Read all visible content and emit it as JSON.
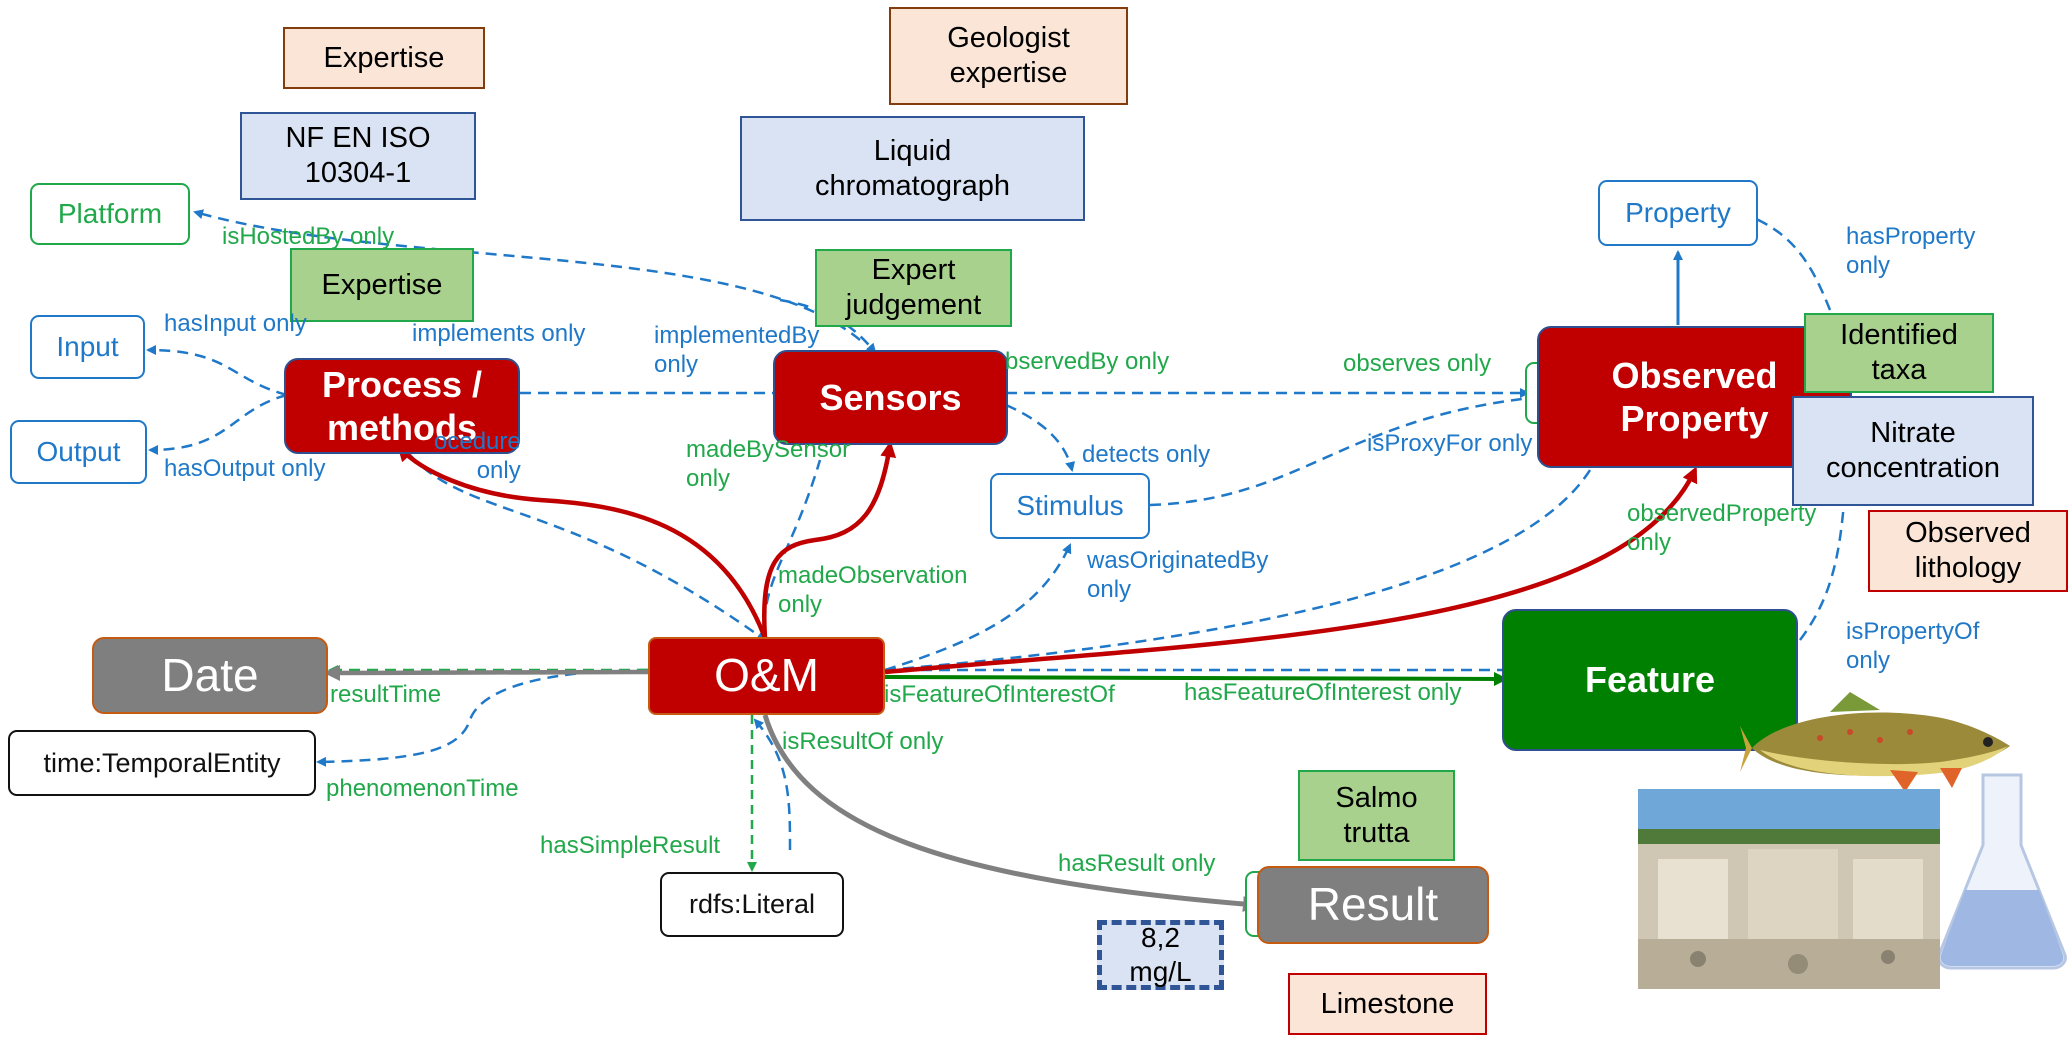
{
  "nodes": {
    "platform": "Platform",
    "input": "Input",
    "output": "Output",
    "process": "Process /\nmethods",
    "sensors": "Sensors",
    "stimulus": "Stimulus",
    "observed_property": "Observed\nProperty",
    "property": "Property",
    "feature": "Feature",
    "om": "O&M",
    "date": "Date",
    "temporal_entity": "time:TemporalEntity",
    "literal": "rdfs:Literal",
    "result": "Result"
  },
  "examples": {
    "expertise_top": "Expertise",
    "iso": "NF EN ISO\n10304-1",
    "expertise_green": "Expertise",
    "geologist": "Geologist\nexpertise",
    "chromatograph": "Liquid\nchromatograph",
    "expert_judgement": "Expert\njudgement",
    "identified_taxa": "Identified\ntaxa",
    "nitrate": "Nitrate\nconcentration",
    "observed_lithology": "Observed\nlithology",
    "salmo": "Salmo\ntrutta",
    "value": "8,2\nmg/L",
    "limestone": "Limestone"
  },
  "edge_labels": {
    "isHostedBy": "isHostedBy only",
    "hasInput": "hasInput only",
    "implements": "implements only",
    "implementedBy": "implementedBy\nonly",
    "hasOutput": "hasOutput only",
    "procedure": "ocedure\nonly",
    "observedBy": "bservedBy only",
    "observes": "observes only",
    "madeBySensor": "madeBySensor\nonly",
    "detects": "detects only",
    "isProxyFor": "isProxyFor only",
    "hasProperty": "hasProperty\nonly",
    "madeObservation": "madeObservation\nonly",
    "wasOriginatedBy": "wasOriginatedBy\nonly",
    "observedProperty": "observedProperty\nonly",
    "resultTime": "resultTime",
    "isFeatureOfInterestOf": "isFeatureOfInterestOf",
    "hasFeatureOfInterest": "hasFeatureOfInterest only",
    "isPropertyOf": "isPropertyOf\nonly",
    "isResultOf": "isResultOf only",
    "phenomenonTime": "phenomenonTime",
    "hasSimpleResult": "hasSimpleResult",
    "hasResult": "hasResult only"
  },
  "colors": {
    "blue_link": "#1f78c8",
    "green_link": "#21a84a",
    "red_link": "#c00000",
    "grey_link": "#808080",
    "dark_green_link": "#008000"
  }
}
